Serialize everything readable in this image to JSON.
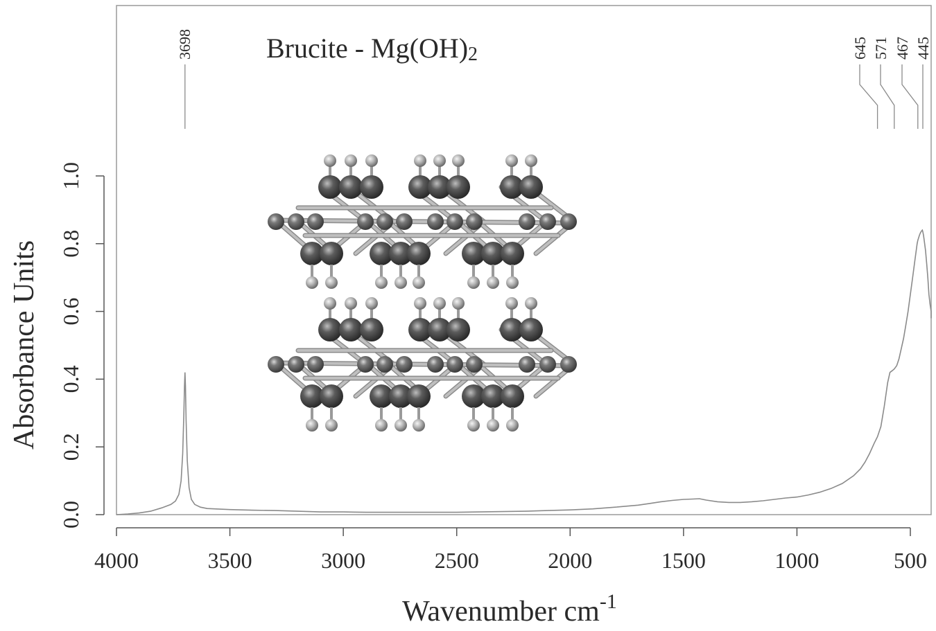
{
  "chart_data": {
    "type": "line",
    "title": "Brucite - Mg(OH)",
    "title_subscript": "2",
    "xlabel": "Wavenumber cm",
    "xlabel_superscript": "-1",
    "ylabel": "Absorbance Units",
    "xlim": [
      4000,
      400
    ],
    "ylim": [
      0.0,
      1.0
    ],
    "x_ticks": [
      4000,
      3500,
      3000,
      2500,
      2000,
      1500,
      1000,
      500
    ],
    "x_tick_labels": [
      "4000",
      "3500",
      "3000",
      "2500",
      "2000",
      "1500",
      "1000",
      "500"
    ],
    "y_ticks": [
      0.0,
      0.2,
      0.4,
      0.6,
      0.8,
      1.0
    ],
    "y_tick_labels": [
      "0.0",
      "0.2",
      "0.4",
      "0.6",
      "0.8",
      "1.0"
    ],
    "grid": false,
    "line_color": "#8a8a8a",
    "series": [
      {
        "x": [
          4000,
          3950,
          3900,
          3850,
          3800,
          3760,
          3740,
          3725,
          3715,
          3708,
          3703,
          3700,
          3698,
          3696,
          3693,
          3688,
          3680,
          3670,
          3655,
          3630,
          3600,
          3500,
          3400,
          3300,
          3200,
          3100,
          3000,
          2900,
          2800,
          2700,
          2600,
          2500,
          2400,
          2300,
          2200,
          2100,
          2000,
          1900,
          1800,
          1700,
          1650,
          1600,
          1550,
          1500,
          1460,
          1430,
          1400,
          1350,
          1300,
          1250,
          1200,
          1150,
          1100,
          1050,
          1000,
          950,
          900,
          850,
          800,
          750,
          720,
          700,
          680,
          660,
          645,
          630,
          615,
          600,
          590,
          580,
          571,
          560,
          550,
          540,
          530,
          520,
          510,
          500,
          490,
          480,
          470,
          467,
          460,
          455,
          450,
          447,
          445,
          442,
          438,
          433,
          428,
          423,
          418,
          413,
          408,
          404,
          400
        ],
        "y": [
          0.0,
          0.002,
          0.005,
          0.01,
          0.02,
          0.03,
          0.04,
          0.06,
          0.1,
          0.18,
          0.3,
          0.38,
          0.42,
          0.38,
          0.28,
          0.16,
          0.08,
          0.045,
          0.03,
          0.022,
          0.018,
          0.015,
          0.013,
          0.012,
          0.01,
          0.008,
          0.008,
          0.007,
          0.007,
          0.007,
          0.007,
          0.007,
          0.008,
          0.009,
          0.01,
          0.012,
          0.014,
          0.017,
          0.022,
          0.028,
          0.033,
          0.038,
          0.042,
          0.045,
          0.046,
          0.047,
          0.043,
          0.038,
          0.036,
          0.036,
          0.038,
          0.041,
          0.045,
          0.049,
          0.052,
          0.058,
          0.066,
          0.077,
          0.092,
          0.115,
          0.135,
          0.155,
          0.18,
          0.21,
          0.23,
          0.26,
          0.32,
          0.39,
          0.42,
          0.425,
          0.43,
          0.44,
          0.46,
          0.49,
          0.52,
          0.56,
          0.6,
          0.65,
          0.7,
          0.75,
          0.8,
          0.81,
          0.825,
          0.833,
          0.838,
          0.84,
          0.835,
          0.825,
          0.805,
          0.78,
          0.74,
          0.7,
          0.65,
          0.62,
          0.6,
          0.585,
          0.58
        ]
      }
    ],
    "peak_annotations": [
      {
        "wavenumber": 3698,
        "label": "3698"
      },
      {
        "wavenumber": 645,
        "label": "645"
      },
      {
        "wavenumber": 571,
        "label": "571"
      },
      {
        "wavenumber": 467,
        "label": "467"
      },
      {
        "wavenumber": 445,
        "label": "445"
      }
    ],
    "inset": {
      "description_icon": "brucite-crystal-structure"
    }
  }
}
